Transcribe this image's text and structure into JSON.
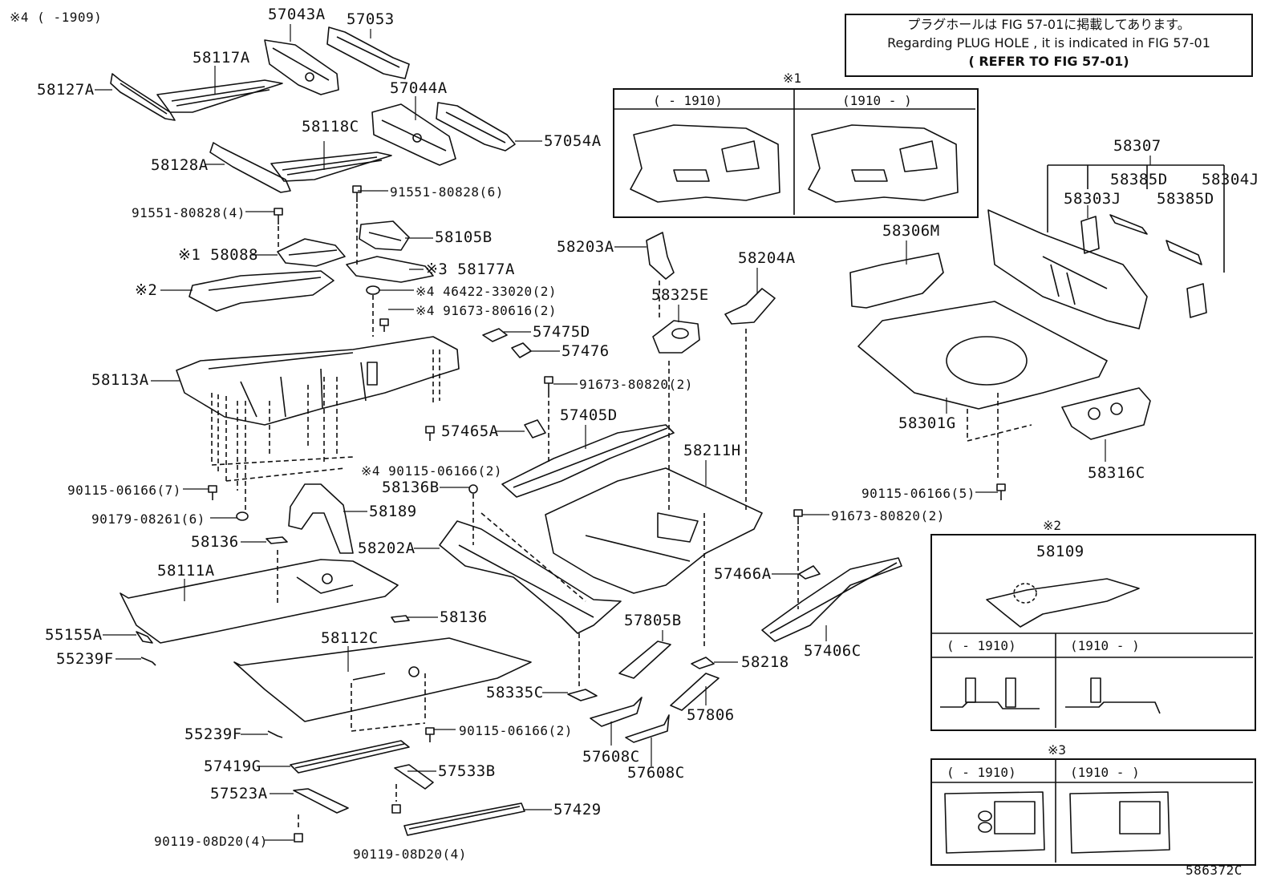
{
  "header_note": {
    "line1": "プラグホールは FIG 57-01に掲載してあります。",
    "line2": "Regarding  PLUG  HOLE , it is indicated in FIG  57-01",
    "line3": "( REFER TO FIG 57-01)"
  },
  "footnote_top_left": "※4 (     -1909)",
  "figure_code": "586372C",
  "inset_boxes": {
    "box1": {
      "mark": "※1",
      "left_range": "(     - 1910)",
      "right_range": "(1910 -      )"
    },
    "box2": {
      "mark": "※2",
      "part": "58109",
      "left_range": "(     - 1910)",
      "right_range": "(1910 -      )"
    },
    "box3": {
      "mark": "※3",
      "left_range": "(     - 1910)",
      "right_range": "(1910 -      )"
    }
  },
  "part_labels": [
    "57043A",
    "57053",
    "58117A",
    "58127A",
    "57044A",
    "58118C",
    "57054A",
    "58128A",
    "91551-80828(6)",
    "91551-80828(4)",
    "58105B",
    "※1 58088",
    "※3 58177A",
    "※2",
    "※4 46422-33020(2)",
    "※4 91673-80616(2)",
    "57475D",
    "57476",
    "58113A",
    "91673-80820(2)",
    "57405D",
    "57465A",
    "※4 90115-06166(2)",
    "58136B",
    "90115-06166(7)",
    "58189",
    "90179-08261(6)",
    "58136",
    "58202A",
    "58111A",
    "58136",
    "55155A",
    "55239F",
    "58112C",
    "58335C",
    "90115-06166(2)",
    "55239F",
    "57419G",
    "57533B",
    "57523A",
    "57429",
    "90119-08D20(4)",
    "90119-08D20(4)",
    "58203A",
    "58204A",
    "58325E",
    "58211H",
    "57805B",
    "58218",
    "57806",
    "57608C",
    "57608C",
    "57466A",
    "57406C",
    "91673-80820(2)",
    "58306M",
    "58307",
    "58385D",
    "58304J",
    "58303J",
    "58385D",
    "58301G",
    "58316C",
    "90115-06166(5)"
  ]
}
